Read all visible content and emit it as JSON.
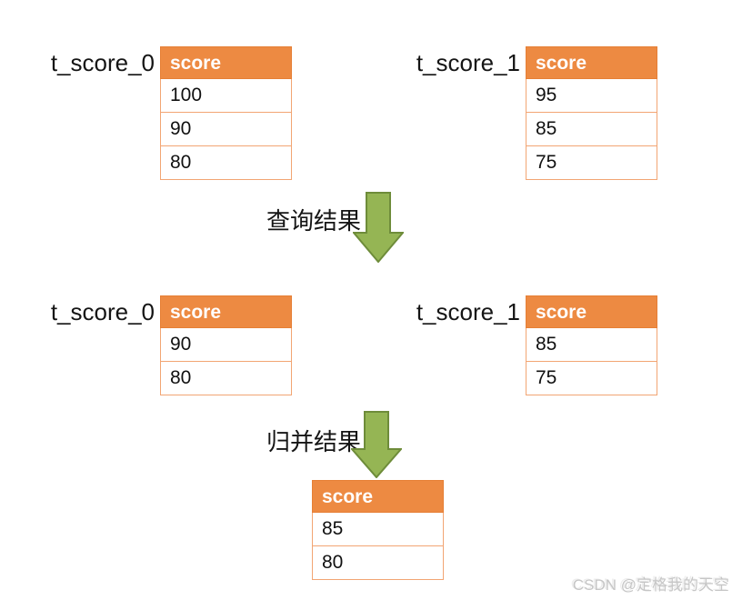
{
  "colors": {
    "table_header_orange": "#ED8A42",
    "table_border_orange": "#F2A573",
    "arrow_fill_green": "#95B554",
    "arrow_stroke_green": "#6E8C3A",
    "watermark_gray": "#C6C6C6",
    "text_black": "#151515"
  },
  "tables": [
    {
      "label": "t_score_0",
      "header": "score",
      "rows": [
        "100",
        "90",
        "80"
      ]
    },
    {
      "label": "t_score_1",
      "header": "score",
      "rows": [
        "95",
        "85",
        "75"
      ]
    },
    {
      "label": "t_score_0",
      "header": "score",
      "rows": [
        "90",
        "80"
      ]
    },
    {
      "label": "t_score_1",
      "header": "score",
      "rows": [
        "85",
        "75"
      ]
    },
    {
      "header": "score",
      "rows": [
        "85",
        "80"
      ]
    }
  ],
  "arrows": [
    {
      "label": "查询结果"
    },
    {
      "label": "归并结果"
    }
  ],
  "watermark": {
    "text": "CSDN @定格我的天空"
  }
}
